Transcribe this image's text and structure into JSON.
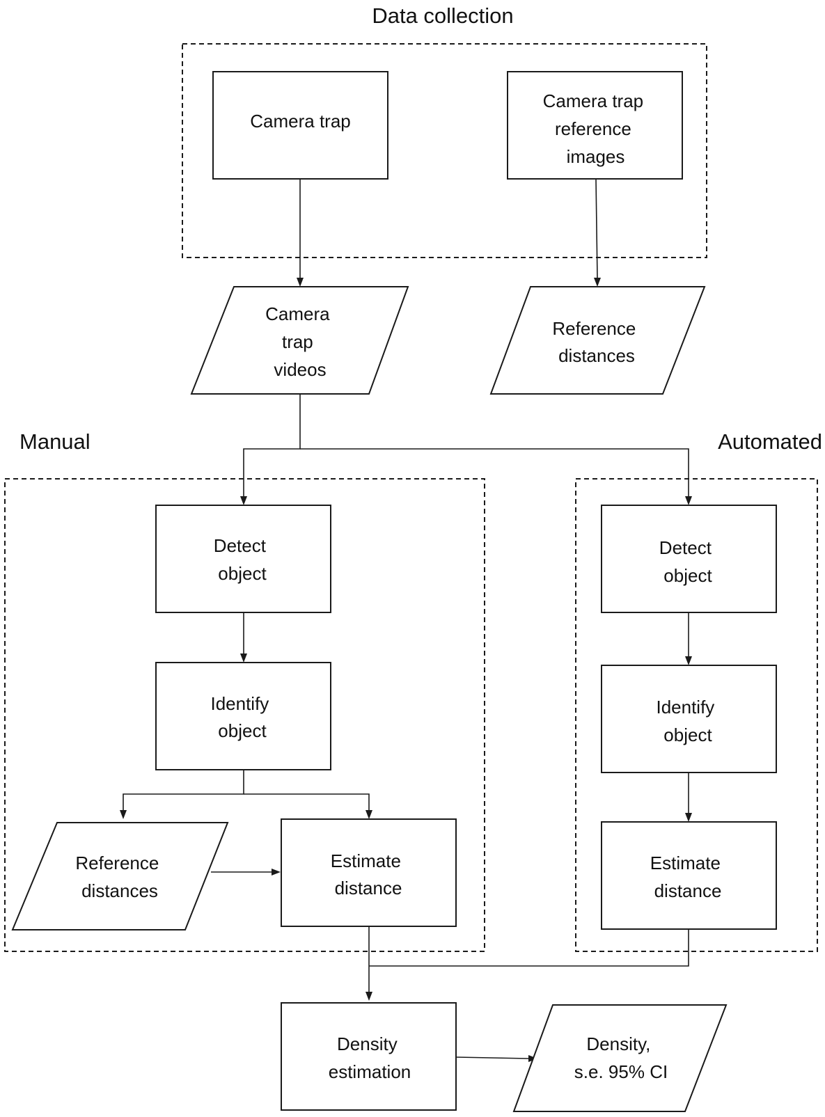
{
  "groups": {
    "data_collection": "Data collection",
    "manual": "Manual",
    "automated": "Automated"
  },
  "nodes": {
    "camera_trap": [
      "Camera trap"
    ],
    "camera_trap_reference_images": [
      "Camera trap",
      "reference",
      "images"
    ],
    "camera_trap_videos": [
      "Camera",
      "trap",
      "videos"
    ],
    "reference_distances_top": [
      "Reference",
      "distances"
    ],
    "manual_detect_object": [
      "Detect",
      "object"
    ],
    "manual_identify_object": [
      "Identify",
      "object"
    ],
    "manual_reference_distances": [
      "Reference",
      "distances"
    ],
    "manual_estimate_distance": [
      "Estimate",
      "distance"
    ],
    "auto_detect_object": [
      "Detect",
      "object"
    ],
    "auto_identify_object": [
      "Identify",
      "object"
    ],
    "auto_estimate_distance": [
      "Estimate",
      "distance"
    ],
    "density_estimation": [
      "Density",
      "estimation"
    ],
    "density_output": [
      "Density,",
      "s.e. 95% CI"
    ]
  }
}
